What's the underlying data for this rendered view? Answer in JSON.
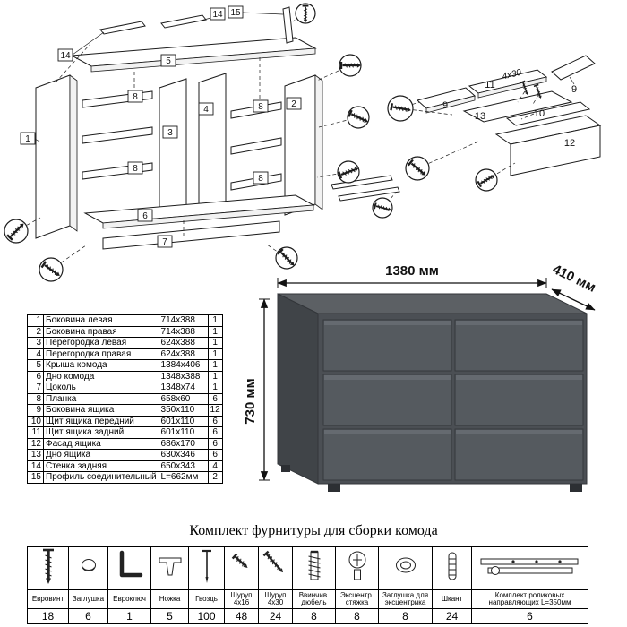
{
  "diagram": {
    "labels": {
      "p1": "1",
      "p2": "2",
      "p3": "3",
      "p4": "4",
      "p5": "5",
      "p6": "6",
      "p7": "7",
      "p8": "8",
      "p9": "9",
      "p10": "10",
      "p11": "11",
      "p12": "12",
      "p13": "13",
      "p14": "14",
      "p15": "15",
      "screw_note": "4x30"
    }
  },
  "render": {
    "dim_width": "1380 мм",
    "dim_depth": "410 мм",
    "dim_height": "730 мм",
    "colors": {
      "top": "#5c6064",
      "side": "#404448",
      "front": "#4b4f54",
      "drawer": "#555a5f",
      "drawer_highlight": "#656a70",
      "gap": "#35383c",
      "outline": "#33363a",
      "foot": "#2c2f33"
    }
  },
  "parts_table": {
    "rows": [
      {
        "num": "1",
        "name": "Боковина левая",
        "size": "714x388",
        "qty": "1"
      },
      {
        "num": "2",
        "name": "Боковина правая",
        "size": "714x388",
        "qty": "1"
      },
      {
        "num": "3",
        "name": "Перегородка левая",
        "size": "624x388",
        "qty": "1"
      },
      {
        "num": "4",
        "name": "Перегородка правая",
        "size": "624x388",
        "qty": "1"
      },
      {
        "num": "5",
        "name": "Крыша комода",
        "size": "1384x406",
        "qty": "1"
      },
      {
        "num": "6",
        "name": "Дно комода",
        "size": "1348x388",
        "qty": "1"
      },
      {
        "num": "7",
        "name": "Цоколь",
        "size": "1348x74",
        "qty": "1"
      },
      {
        "num": "8",
        "name": "Планка",
        "size": "658x60",
        "qty": "6"
      },
      {
        "num": "9",
        "name": "Боковина ящика",
        "size": "350x110",
        "qty": "12"
      },
      {
        "num": "10",
        "name": "Щит ящика передний",
        "size": "601x110",
        "qty": "6"
      },
      {
        "num": "11",
        "name": "Щит ящика задний",
        "size": "601x110",
        "qty": "6"
      },
      {
        "num": "12",
        "name": "Фасад ящика",
        "size": "686x170",
        "qty": "6"
      },
      {
        "num": "13",
        "name": "Дно ящика",
        "size": "630x346",
        "qty": "6"
      },
      {
        "num": "14",
        "name": "Стенка задняя",
        "size": "650x343",
        "qty": "4"
      },
      {
        "num": "15",
        "name": "Профиль соединительный",
        "size": "L=662мм",
        "qty": "2"
      }
    ]
  },
  "hardware": {
    "title": "Комплект фурнитуры для сборки комода",
    "items": [
      {
        "name": "Евровинт",
        "qty": "18",
        "icon": "euroscrew-icon"
      },
      {
        "name": "Заглушка",
        "qty": "6",
        "icon": "cap-icon"
      },
      {
        "name": "Евроключ",
        "qty": "1",
        "icon": "hexkey-icon"
      },
      {
        "name": "Ножка",
        "qty": "5",
        "icon": "leg-icon"
      },
      {
        "name": "Гвоздь",
        "qty": "100",
        "icon": "nail-icon"
      },
      {
        "name": "Шуруп 4x16",
        "qty": "48",
        "icon": "screw-short-icon"
      },
      {
        "name": "Шуруп 4x30",
        "qty": "24",
        "icon": "screw-long-icon"
      },
      {
        "name": "Ввинчив. дюбель",
        "qty": "8",
        "icon": "dowel-insert-icon"
      },
      {
        "name": "Эксцентр. стяжка",
        "qty": "8",
        "icon": "cam-lock-icon"
      },
      {
        "name": "Заглушка для эксцентрика",
        "qty": "8",
        "icon": "cam-cap-icon"
      },
      {
        "name": "Шкант",
        "qty": "24",
        "icon": "wood-dowel-icon"
      },
      {
        "name": "Комплект роликовых направляющих L=350мм",
        "qty": "6",
        "icon": "drawer-slide-icon"
      }
    ]
  }
}
